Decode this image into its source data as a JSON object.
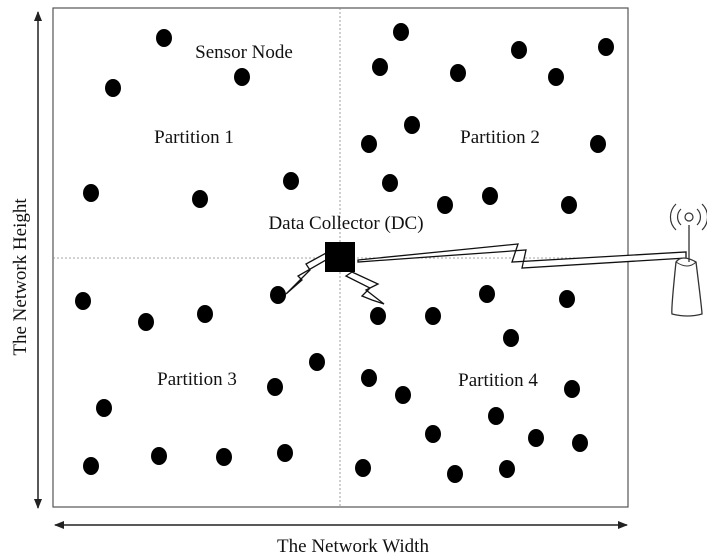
{
  "labels": {
    "sensor_node": "Sensor Node",
    "partition_1": "Partition 1",
    "partition_2": "Partition 2",
    "partition_3": "Partition 3",
    "partition_4": "Partition 4",
    "data_collector": "Data Collector (DC)",
    "x_axis": "The Network Width",
    "y_axis": "The Network Height"
  },
  "colors": {
    "node": "#000000",
    "border": "#555555",
    "divider": "#888888"
  },
  "icons": {
    "data_collector": "black-square",
    "base_station": "antenna-tower-icon",
    "wireless_link": "lightning-zigzag"
  }
}
